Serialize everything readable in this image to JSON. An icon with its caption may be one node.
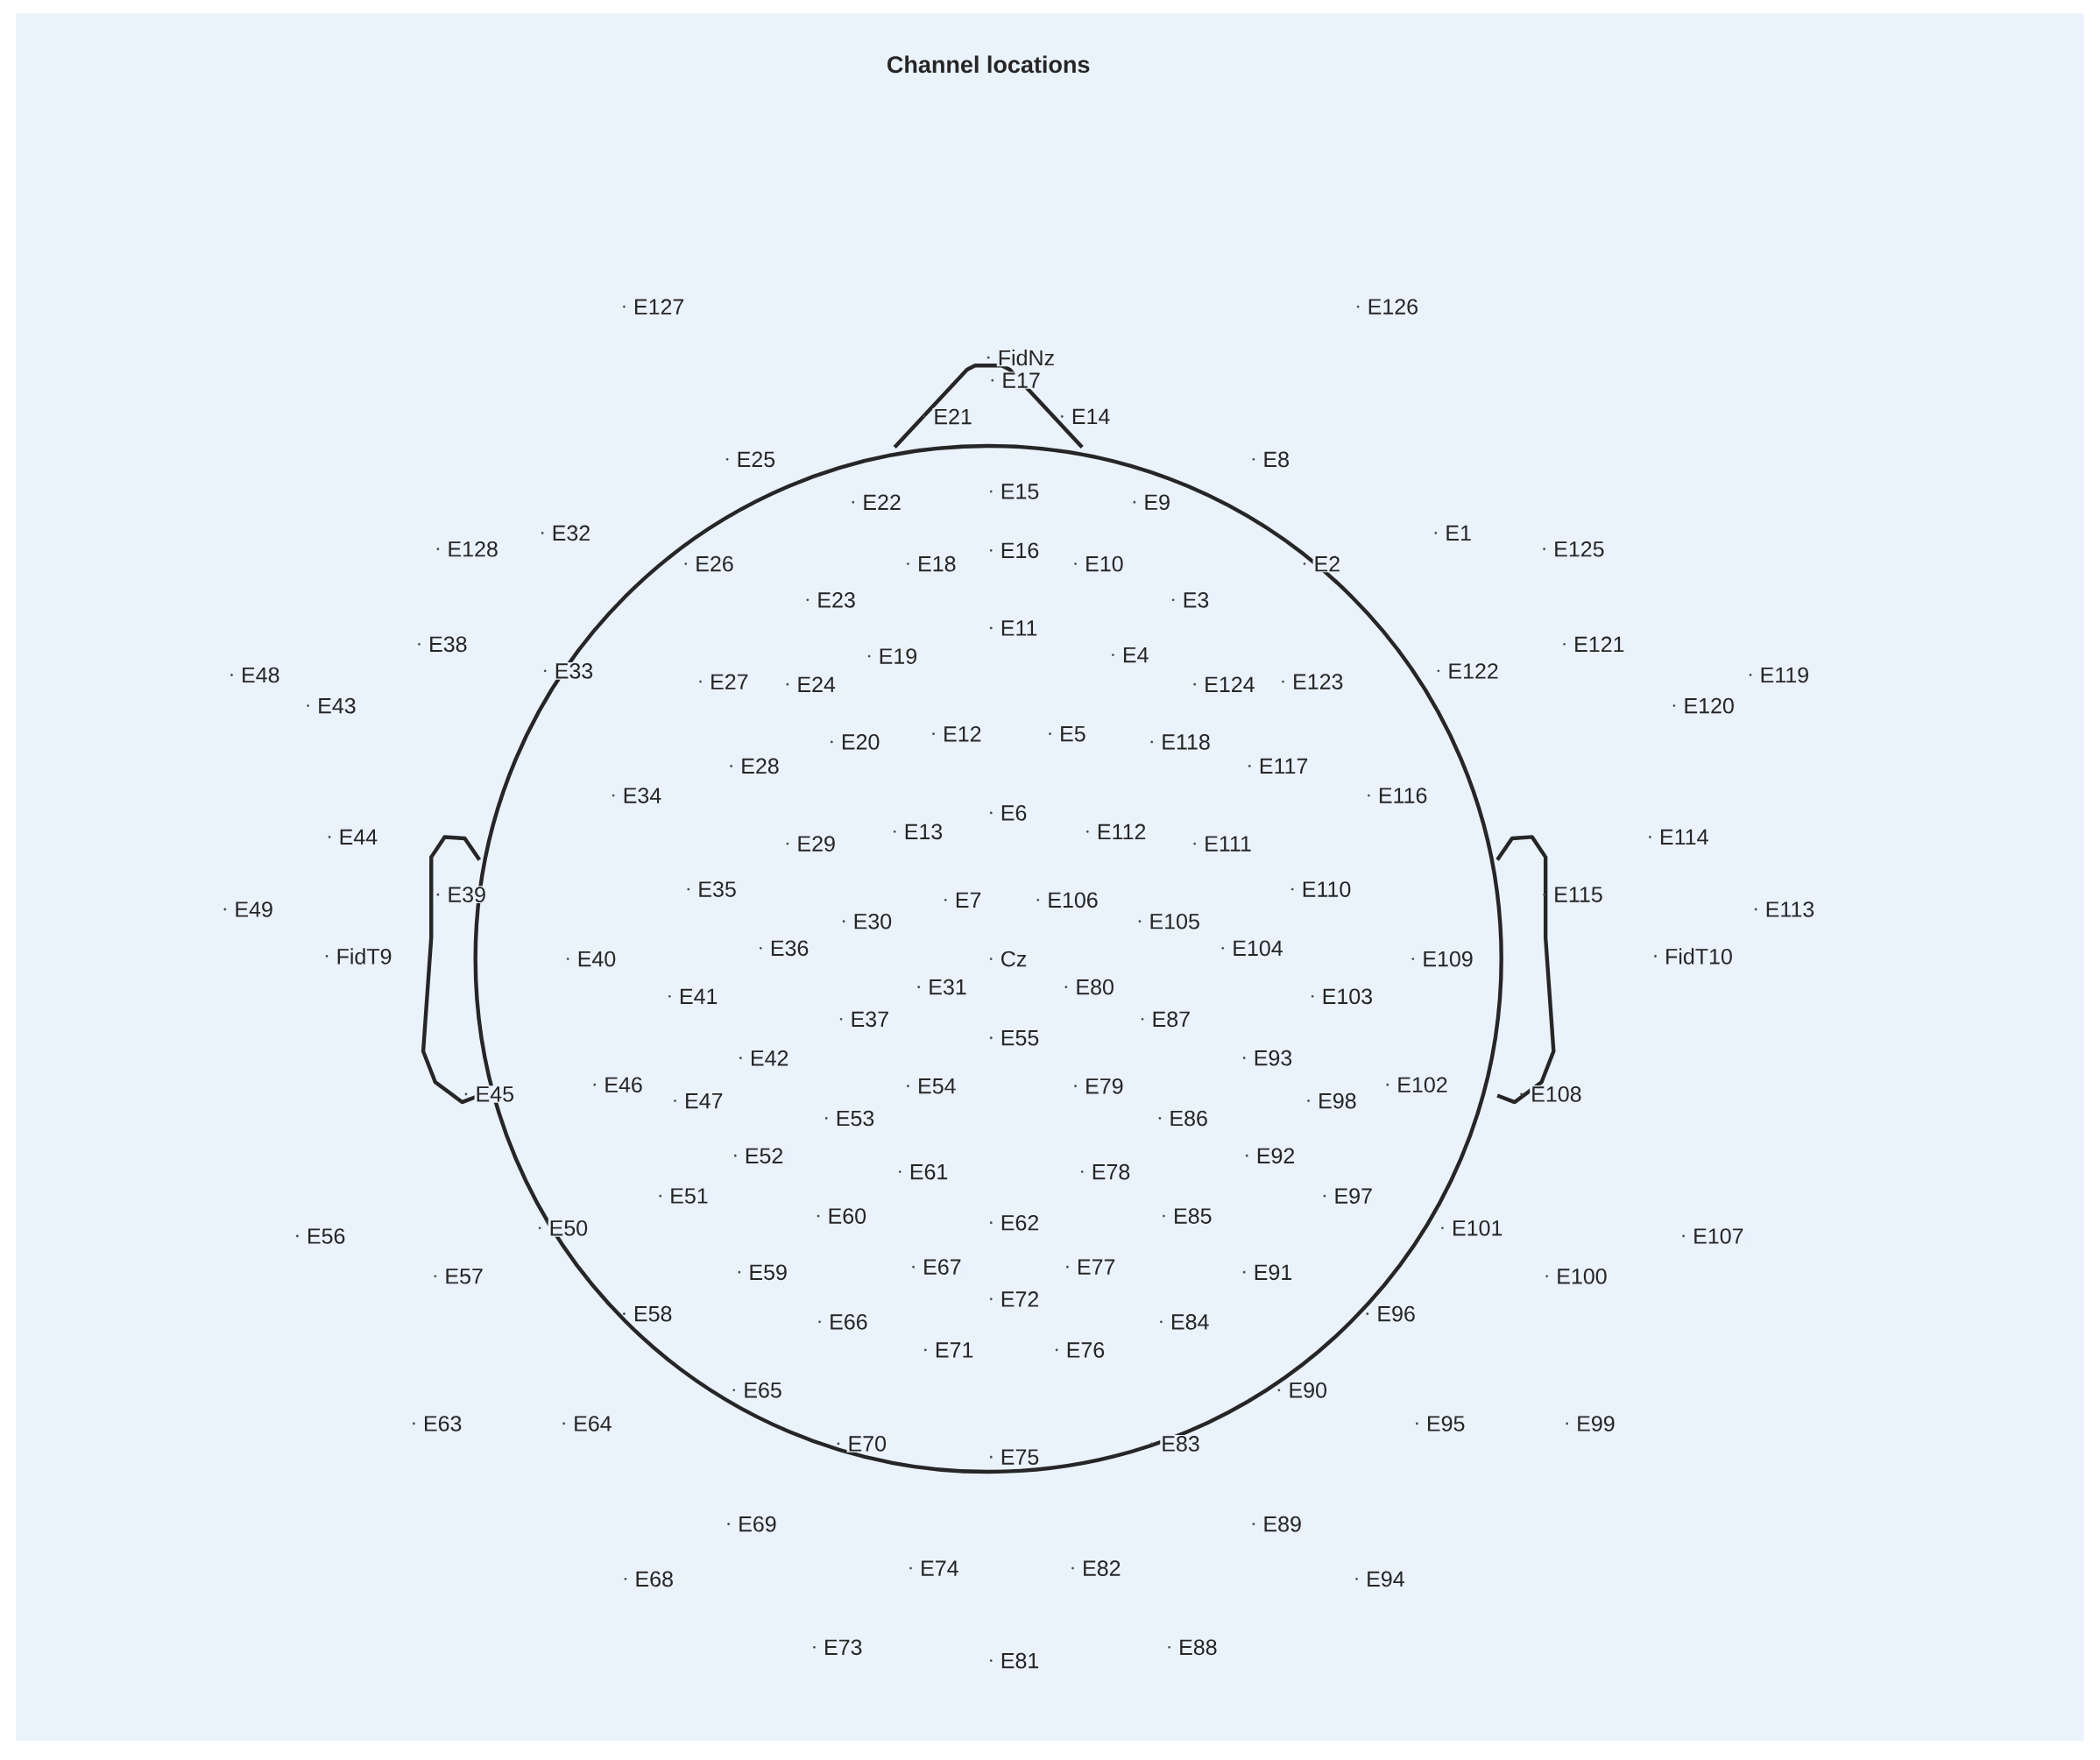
{
  "diagram": {
    "title": "Channel locations",
    "labels": [
      "E127",
      "E126",
      "FidNz",
      "E17",
      "E21",
      "E14",
      "E25",
      "E8",
      "E22",
      "E15",
      "E9",
      "E128",
      "E32",
      "E16",
      "E1",
      "E125",
      "E26",
      "E18",
      "E10",
      "E2",
      "E23",
      "E3",
      "E11",
      "E38",
      "E121",
      "E19",
      "E4",
      "E48",
      "E33",
      "E27",
      "E24",
      "E124",
      "E123",
      "E122",
      "E119",
      "E43",
      "E120",
      "E20",
      "E12",
      "E5",
      "E118",
      "E28",
      "E117",
      "E34",
      "E116",
      "E6",
      "E13",
      "E112",
      "E29",
      "E111",
      "E44",
      "E114",
      "E39",
      "E35",
      "E7",
      "E106",
      "E110",
      "E115",
      "E49",
      "E113",
      "E30",
      "E105",
      "E36",
      "E104",
      "FidT9",
      "E40",
      "Cz",
      "E109",
      "FidT10",
      "E41",
      "E31",
      "E80",
      "E103",
      "E37",
      "E87",
      "E55",
      "E42",
      "E93",
      "E46",
      "E54",
      "E79",
      "E45",
      "E47",
      "E98",
      "E102",
      "E108",
      "E53",
      "E86",
      "E52",
      "E92",
      "E61",
      "E78",
      "E51",
      "E97",
      "E60",
      "E62",
      "E85",
      "E50",
      "E101",
      "E56",
      "E107",
      "E57",
      "E59",
      "E67",
      "E77",
      "E91",
      "E100",
      "E72",
      "E58",
      "E96",
      "E66",
      "E84",
      "E71",
      "E76",
      "E65",
      "E90",
      "E63",
      "E64",
      "E95",
      "E99",
      "E70",
      "E83",
      "E75",
      "E69",
      "E89",
      "E74",
      "E82",
      "E68",
      "E94",
      "E73",
      "E88",
      "E81"
    ]
  }
}
